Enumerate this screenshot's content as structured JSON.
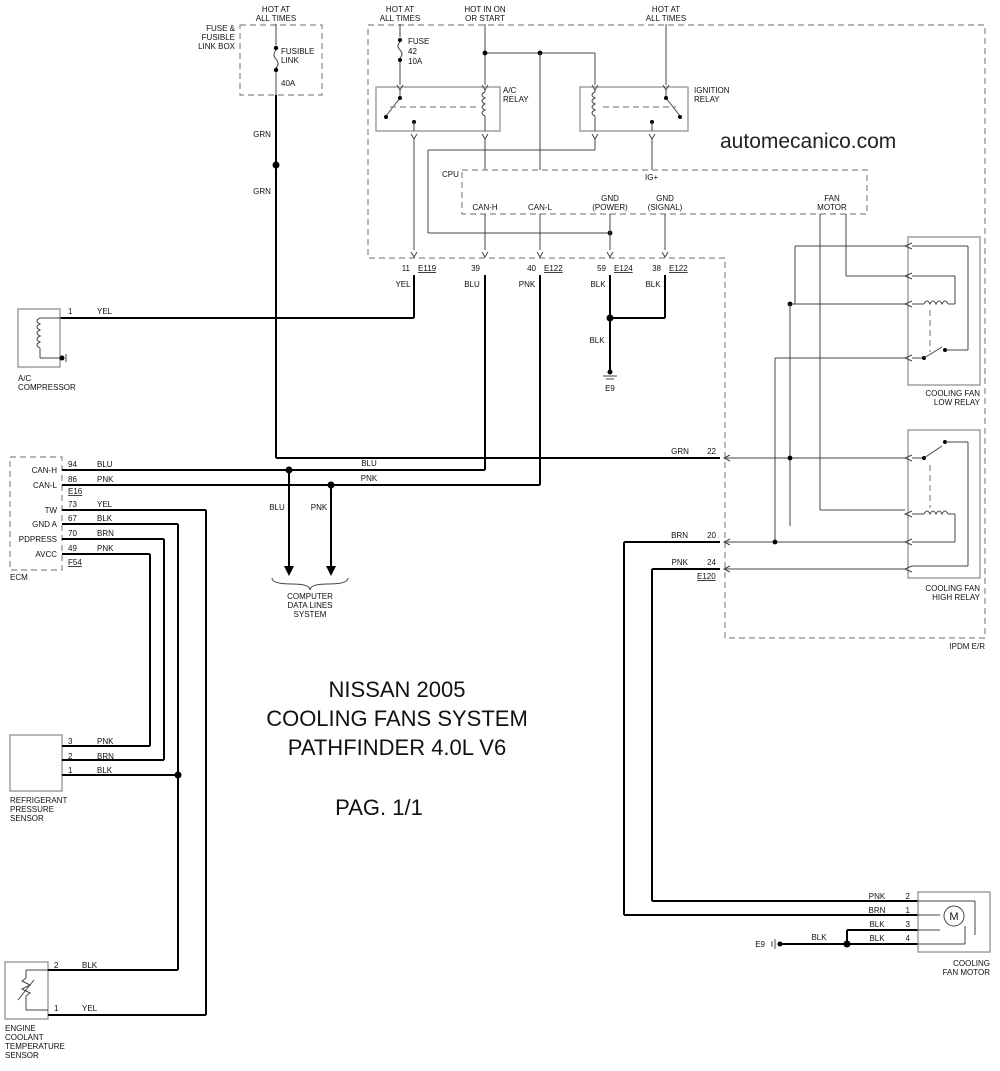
{
  "power_labels": {
    "hot_left": [
      "HOT AT",
      "ALL TIMES"
    ],
    "hot_mid": [
      "HOT AT",
      "ALL TIMES"
    ],
    "hot_on_start": [
      "HOT IN ON",
      "OR START"
    ],
    "hot_right": [
      "HOT AT",
      "ALL TIMES"
    ]
  },
  "fuse_box": {
    "title": [
      "FUSE &",
      "FUSIBLE",
      "LINK BOX"
    ],
    "link_label": [
      "FUSIBLE",
      "LINK"
    ],
    "rating": "40A"
  },
  "fuse42": {
    "label": "FUSE",
    "number": "42",
    "rating": "10A"
  },
  "relays": {
    "ac": [
      "A/C",
      "RELAY"
    ],
    "ignition": [
      "IGNITION",
      "RELAY"
    ],
    "low": [
      "COOLING FAN",
      "LOW RELAY"
    ],
    "high": [
      "COOLING FAN",
      "HIGH RELAY"
    ]
  },
  "cpu": {
    "label": "CPU",
    "ig": "IG+",
    "can_h": "CAN-H",
    "can_l": "CAN-L",
    "gnd_power": [
      "GND",
      "(POWER)"
    ],
    "gnd_signal": [
      "GND",
      "(SIGNAL)"
    ],
    "fan_motor": [
      "FAN",
      "MOTOR"
    ]
  },
  "ipdm_pins": [
    {
      "pin": "11",
      "conn": "E119",
      "wire": "YEL"
    },
    {
      "pin": "39",
      "conn": "",
      "wire": "BLU"
    },
    {
      "pin": "40",
      "conn": "E122",
      "wire": "PNK"
    },
    {
      "pin": "59",
      "conn": "E124",
      "wire": "BLK"
    },
    {
      "pin": "38",
      "conn": "E122",
      "wire": "BLK"
    }
  ],
  "ipdm_right_pins": [
    {
      "pin": "22",
      "wire": "GRN"
    },
    {
      "pin": "20",
      "wire": "BRN"
    },
    {
      "pin": "24",
      "wire": "PNK"
    }
  ],
  "ipdm_conn": "E120",
  "ipdm_label": "IPDM E/R",
  "website": "automecanico.com",
  "wires": {
    "grn": "GRN",
    "blk": "BLK",
    "blu": "BLU",
    "pnk": "PNK",
    "yel": "YEL",
    "brn": "BRN"
  },
  "ground_e9": "E9",
  "compressor": {
    "pin": "1",
    "wire": "YEL",
    "label": [
      "A/C",
      "COMPRESSOR"
    ]
  },
  "ecm": {
    "label": "ECM",
    "conn_top": "E16",
    "conn_bottom": "F54",
    "rows": [
      {
        "name": "CAN-H",
        "pin": "94",
        "wire": "BLU"
      },
      {
        "name": "CAN-L",
        "pin": "86",
        "wire": "PNK"
      },
      {
        "name": "TW",
        "pin": "73",
        "wire": "YEL"
      },
      {
        "name": "GND A",
        "pin": "67",
        "wire": "BLK"
      },
      {
        "name": "PDPRESS",
        "pin": "70",
        "wire": "BRN"
      },
      {
        "name": "AVCC",
        "pin": "49",
        "wire": "PNK"
      }
    ]
  },
  "data_lines": [
    "COMPUTER",
    "DATA LINES",
    "SYSTEM"
  ],
  "title": [
    "NISSAN 2005",
    "COOLING FANS SYSTEM",
    "PATHFINDER 4.0L V6"
  ],
  "page": "PAG. 1/1",
  "pressure_sensor": {
    "label": [
      "REFRIGERANT",
      "PRESSURE",
      "SENSOR"
    ],
    "rows": [
      {
        "pin": "3",
        "wire": "PNK"
      },
      {
        "pin": "2",
        "wire": "BRN"
      },
      {
        "pin": "1",
        "wire": "BLK"
      }
    ]
  },
  "coolant_sensor": {
    "label": [
      "ENGINE",
      "COOLANT",
      "TEMPERATURE",
      "SENSOR"
    ],
    "rows": [
      {
        "pin": "2",
        "wire": "BLK"
      },
      {
        "pin": "1",
        "wire": "YEL"
      }
    ]
  },
  "fan_motor": {
    "label": [
      "COOLING",
      "FAN MOTOR"
    ],
    "motor_symbol": "M",
    "rows": [
      {
        "pin": "2",
        "wire": "PNK"
      },
      {
        "pin": "1",
        "wire": "BRN"
      },
      {
        "pin": "3",
        "wire": "BLK"
      },
      {
        "pin": "4",
        "wire": "BLK"
      }
    ]
  }
}
